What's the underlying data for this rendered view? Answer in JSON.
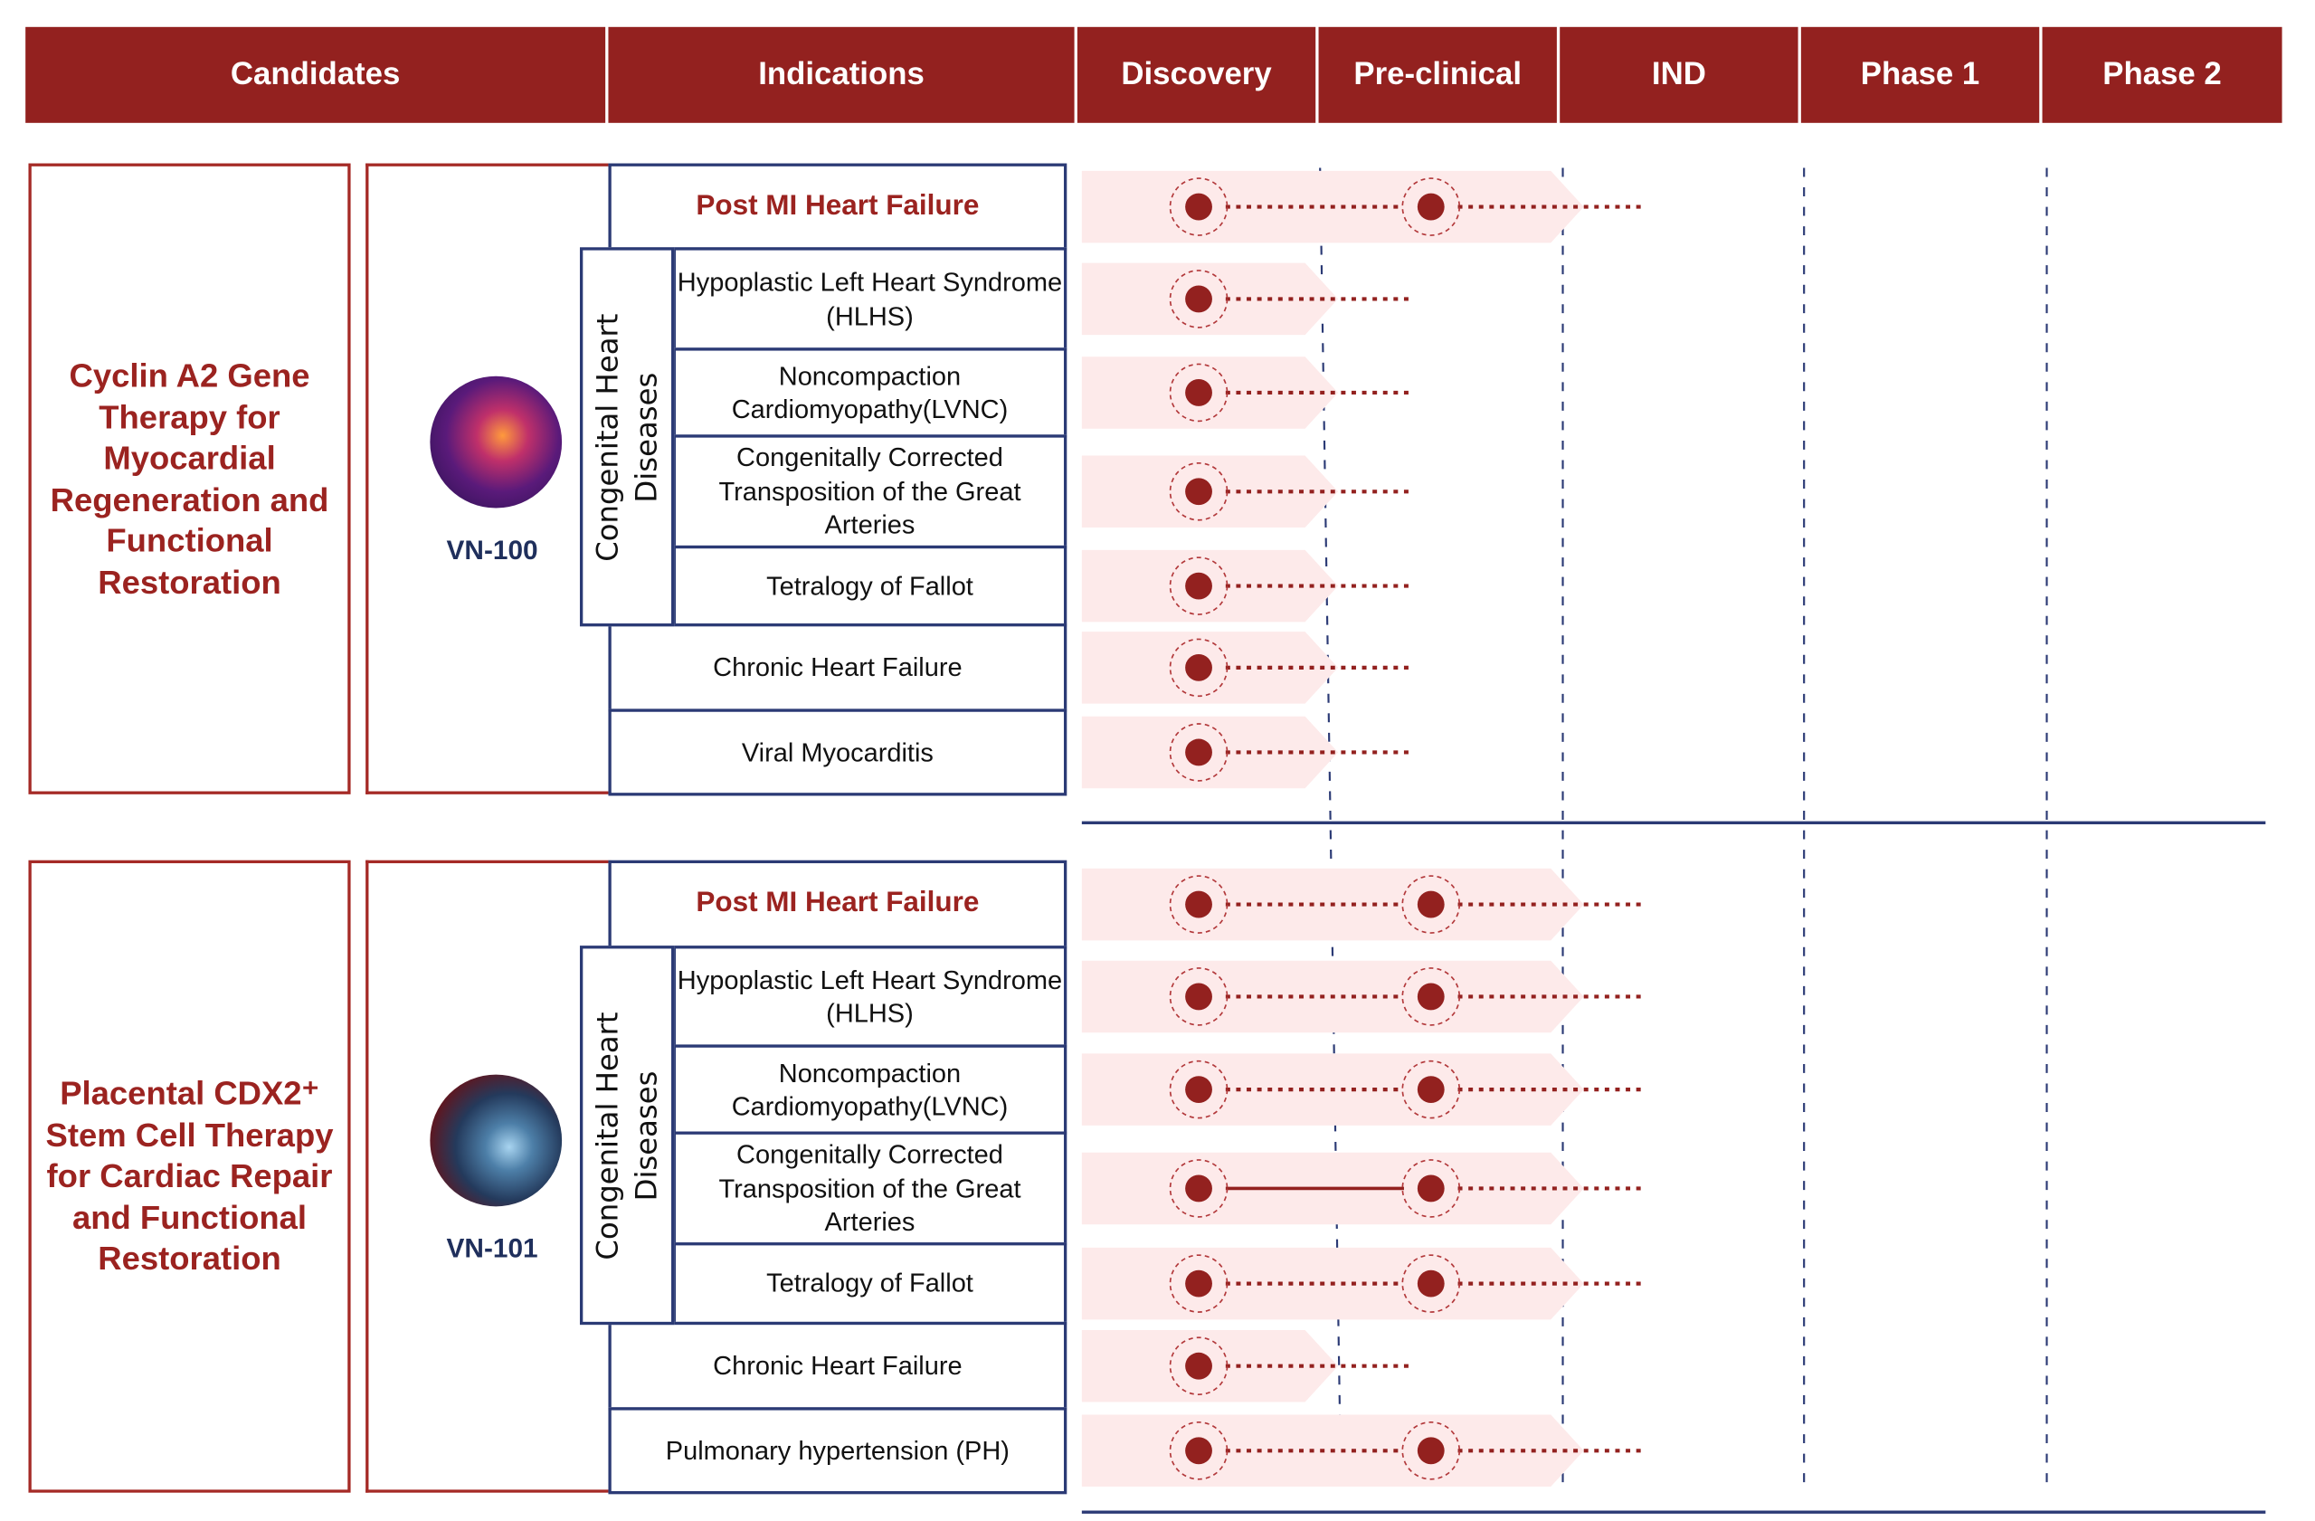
{
  "header": [
    "Candidates",
    "Indications",
    "Discovery",
    "Pre-clinical",
    "IND",
    "Phase 1",
    "Phase 2"
  ],
  "colors": {
    "brand": "#93211f",
    "band": "#fdeaea",
    "navy": "#2b3a75"
  },
  "groups": [
    {
      "candidate": "Cyclin A2 Gene Therapy for Myocardial Regeneration and Functional Restoration",
      "code": "VN-100",
      "image_icon": "dna-helix-image",
      "subgroup_label": "Congenital Heart Diseases",
      "indications": [
        {
          "label": "Post MI Heart Failure",
          "highlight": true,
          "stage": 2,
          "solid": false
        },
        {
          "label": "Hypoplastic Left Heart Syndrome (HLHS)",
          "sub": true,
          "stage": 1,
          "solid": false
        },
        {
          "label": "Noncompaction Cardiomyopathy(LVNC)",
          "sub": true,
          "stage": 1,
          "solid": false
        },
        {
          "label": "Congenitally Corrected Transposition of the Great Arteries",
          "sub": true,
          "stage": 1,
          "solid": false
        },
        {
          "label": "Tetralogy of Fallot",
          "sub": true,
          "stage": 1,
          "solid": false
        },
        {
          "label": "Chronic Heart Failure",
          "stage": 1,
          "solid": false
        },
        {
          "label": "Viral Myocarditis",
          "stage": 1,
          "solid": false
        }
      ]
    },
    {
      "candidate": "Placental CDX2⁺ Stem Cell Therapy for Cardiac  Repair and Functional Restoration",
      "code": "VN-101",
      "image_icon": "stem-cells-image",
      "subgroup_label": "Congenital Heart Diseases",
      "indications": [
        {
          "label": "Post MI Heart Failure",
          "highlight": true,
          "stage": 2,
          "solid": false
        },
        {
          "label": "Hypoplastic Left Heart Syndrome (HLHS)",
          "sub": true,
          "stage": 2,
          "solid": false
        },
        {
          "label": "Noncompaction Cardiomyopathy(LVNC)",
          "sub": true,
          "stage": 2,
          "solid": false
        },
        {
          "label": "Congenitally Corrected Transposition of the Great Arteries",
          "sub": true,
          "stage": 2,
          "solid": true
        },
        {
          "label": "Tetralogy of Fallot",
          "sub": true,
          "stage": 2,
          "solid": false
        },
        {
          "label": "Chronic Heart Failure",
          "stage": 1,
          "solid": false
        },
        {
          "label": "Pulmonary hypertension (PH)",
          "stage": 2,
          "solid": false
        }
      ]
    }
  ]
}
